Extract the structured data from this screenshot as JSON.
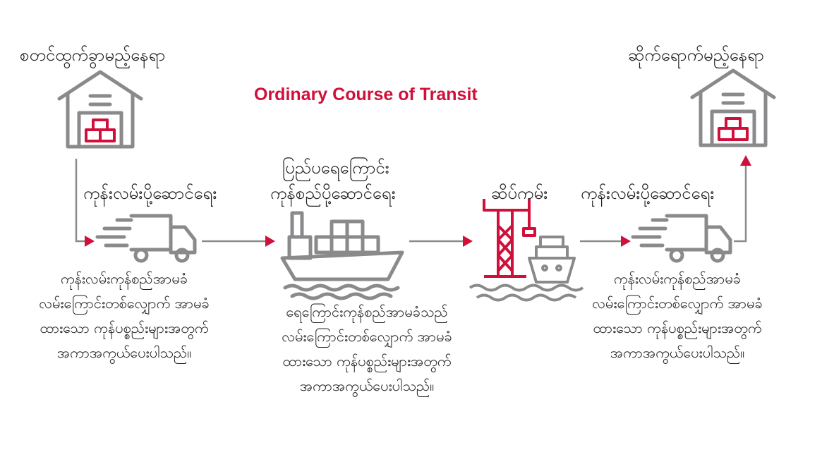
{
  "title": "Ordinary Course of Transit",
  "labels": {
    "origin": "စတင်ထွက်ခွာမည့်နေရာ",
    "destination": "ဆိုက်ရောက်မည့်နေရာ",
    "road1": "ကုန်းလမ်းပို့ဆောင်ရေး",
    "sea_line1": "ပြည်ပရေကြောင်း",
    "sea_line2": "ကုန်စည်ပို့ဆောင်ရေး",
    "port": "ဆိပ်ကမ်း",
    "road2": "ကုန်းလမ်းပို့ဆောင်ရေး"
  },
  "captions": {
    "road1": [
      "ကုန်းလမ်းကုန်စည်အာမခံ",
      "လမ်းကြောင်းတစ်လျှောက် အာမခံ",
      "ထားသော ကုန်ပစ္စည်းများအတွက်",
      "အကာအကွယ်ပေးပါသည်။"
    ],
    "sea": [
      "ရေကြောင်းကုန်စည်အာမခံသည်",
      "လမ်းကြောင်းတစ်လျှောက် အာမခံ",
      "ထားသော ကုန်ပစ္စည်းများအတွက်",
      "အကာအကွယ်ပေးပါသည်။"
    ],
    "road2": [
      "ကုန်းလမ်းကုန်စည်အာမခံ",
      "လမ်းကြောင်းတစ်လျှောက် အာမခံ",
      "ထားသော ကုန်ပစ္စည်းများအတွက်",
      "အကာအကွယ်ပေးပါသည်။"
    ]
  },
  "colors": {
    "accent": "#d0103a",
    "icon_gray": "#8a8a8d",
    "text": "#222222"
  },
  "icons": [
    "warehouse-icon",
    "truck-icon",
    "cargo-ship-icon",
    "port-crane-icon",
    "truck-icon",
    "warehouse-icon"
  ]
}
